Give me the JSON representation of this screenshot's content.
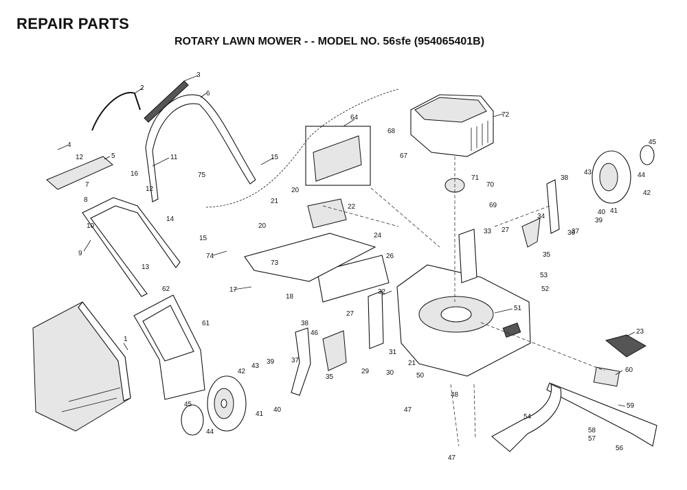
{
  "header": {
    "title": "REPAIR PARTS",
    "subtitle": "ROTARY LAWN MOWER - - MODEL NO. 56sfe (954065401B)"
  },
  "callouts": [
    "1",
    "2",
    "3",
    "4",
    "5",
    "6",
    "7",
    "8",
    "9",
    "10",
    "11",
    "12",
    "12",
    "13",
    "14",
    "15",
    "15",
    "16",
    "17",
    "18",
    "20",
    "20",
    "21",
    "21",
    "22",
    "23",
    "24",
    "26",
    "27",
    "27",
    "29",
    "30",
    "31",
    "32",
    "33",
    "34",
    "35",
    "35",
    "36",
    "37",
    "37",
    "38",
    "38",
    "39",
    "39",
    "40",
    "40",
    "41",
    "41",
    "42",
    "42",
    "43",
    "43",
    "44",
    "44",
    "45",
    "45",
    "46",
    "47",
    "47",
    "48",
    "50",
    "51",
    "52",
    "53",
    "54",
    "56",
    "57",
    "58",
    "59",
    "60",
    "61",
    "62",
    "64",
    "67",
    "68",
    "69",
    "70",
    "71",
    "72",
    "73",
    "74",
    "75"
  ]
}
